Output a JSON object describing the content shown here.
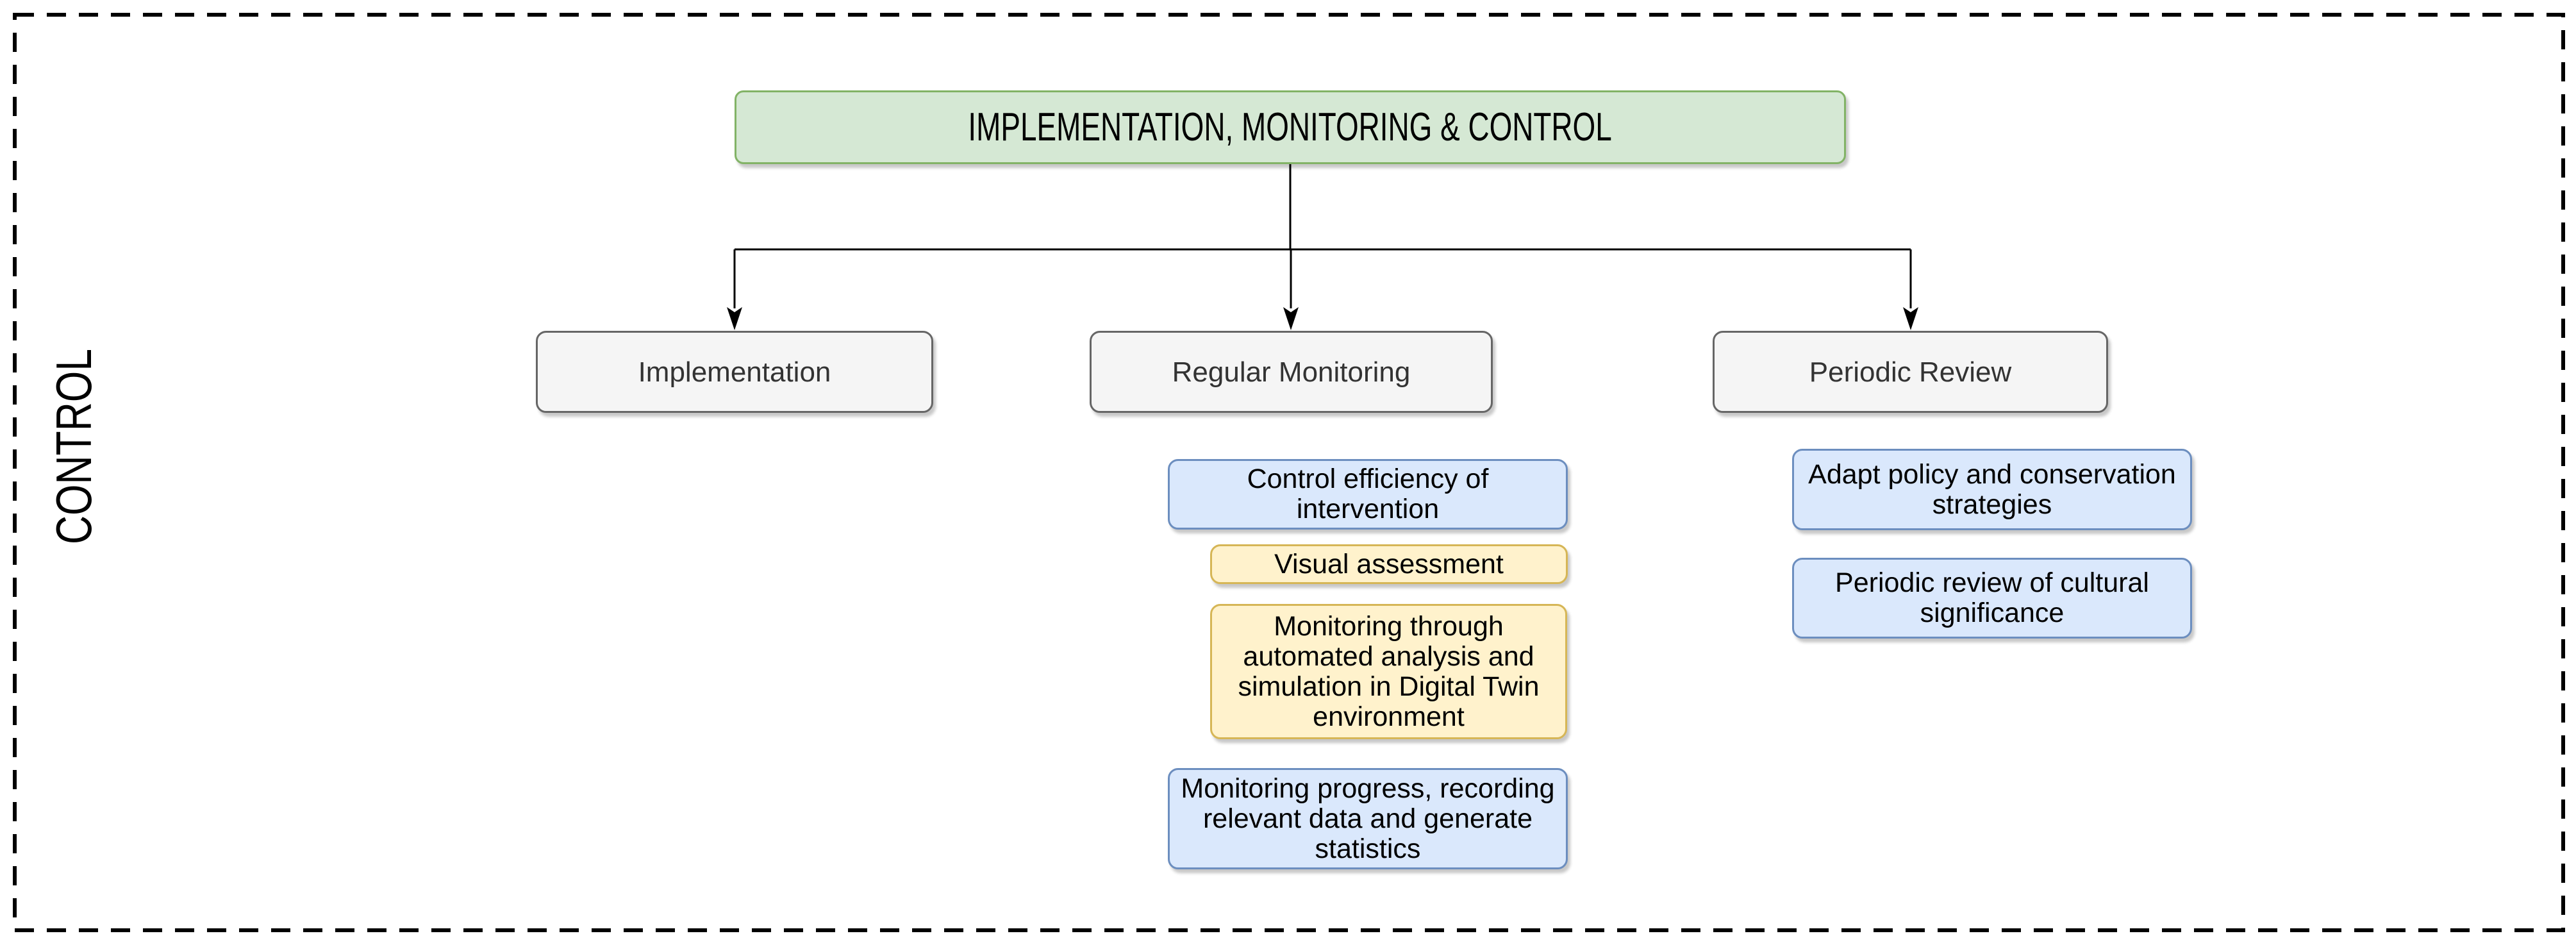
{
  "frame_label": "CONTROL",
  "title": "IMPLEMENTATION, MONITORING & CONTROL",
  "stages": [
    {
      "label": "Implementation"
    },
    {
      "label": "Regular Monitoring"
    },
    {
      "label": "Periodic Review"
    }
  ],
  "monitoring_tasks": [
    {
      "label": "Control efficiency of\nintervention",
      "style": "blue"
    },
    {
      "label": "Visual assessment",
      "style": "yellow"
    },
    {
      "label": "Monitoring through\nautomated analysis and\nsimulation in Digital Twin\nenvironment",
      "style": "yellow"
    },
    {
      "label": "Monitoring progress, recording\nrelevant data and generate\nstatistics",
      "style": "blue"
    }
  ],
  "review_tasks": [
    {
      "label": "Adapt policy and conservation\nstrategies",
      "style": "blue"
    },
    {
      "label": "Periodic review of cultural\nsignificance",
      "style": "blue"
    }
  ],
  "palette": {
    "title_fill": "#d5e8d4",
    "title_stroke": "#82b366",
    "stage_fill": "#f5f5f5",
    "stage_stroke": "#666666",
    "blue_fill": "#dae8fc",
    "blue_stroke": "#6c8ebf",
    "yellow_fill": "#fff2cc",
    "yellow_stroke": "#d6b656",
    "connector_color": "#000000",
    "frame_border_color": "#000000"
  }
}
